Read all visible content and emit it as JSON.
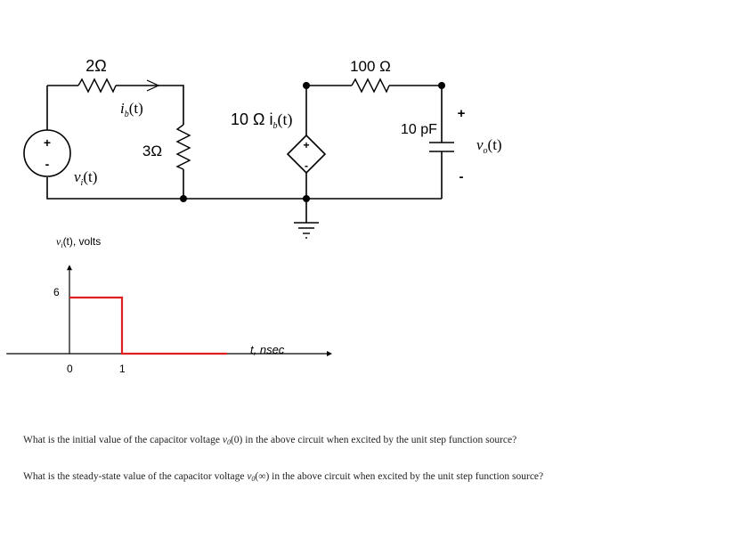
{
  "circuit": {
    "r1": "2Ω",
    "r2": "3Ω",
    "r3": "100 Ω",
    "dep_source": "10 Ω i",
    "dep_source_arg": "(t)",
    "cap": "10 pF",
    "ib_label": "i",
    "ib_arg": "(t)",
    "vi_label": "v",
    "vi_arg": "(t)",
    "vo_label": "v",
    "vo_arg": "(t)",
    "sub_b": "b",
    "sub_i": "i",
    "sub_o": "o",
    "plus": "+",
    "minus": "-"
  },
  "chart_data": {
    "type": "line",
    "title": "",
    "ylabel": "v",
    "ylabel_sub": "i",
    "ylabel_rest": "(t), volts",
    "xlabel": "t, nsec",
    "x_ticks": [
      "0",
      "1"
    ],
    "y_ticks": [
      "6"
    ],
    "series": [
      {
        "points": [
          [
            0,
            6
          ],
          [
            1,
            6
          ],
          [
            1,
            0
          ],
          [
            3,
            0
          ]
        ],
        "color": "#e02020"
      }
    ],
    "xlim": [
      -1.2,
      5
    ],
    "ylim": [
      0,
      9.5
    ]
  },
  "questions": {
    "q1_a": "What is the initial value of the capacitor voltage ",
    "q1_sym": "v",
    "q1_sub": "0",
    "q1_arg": "(0)",
    "q1_b": " in the above circuit when excited by the unit step function source?",
    "q2_a": "What is the steady-state value of the capacitor voltage ",
    "q2_sym": "v",
    "q2_sub": "0",
    "q2_arg": "(∞)",
    "q2_b": " in the above circuit when excited by the unit step function source?"
  }
}
